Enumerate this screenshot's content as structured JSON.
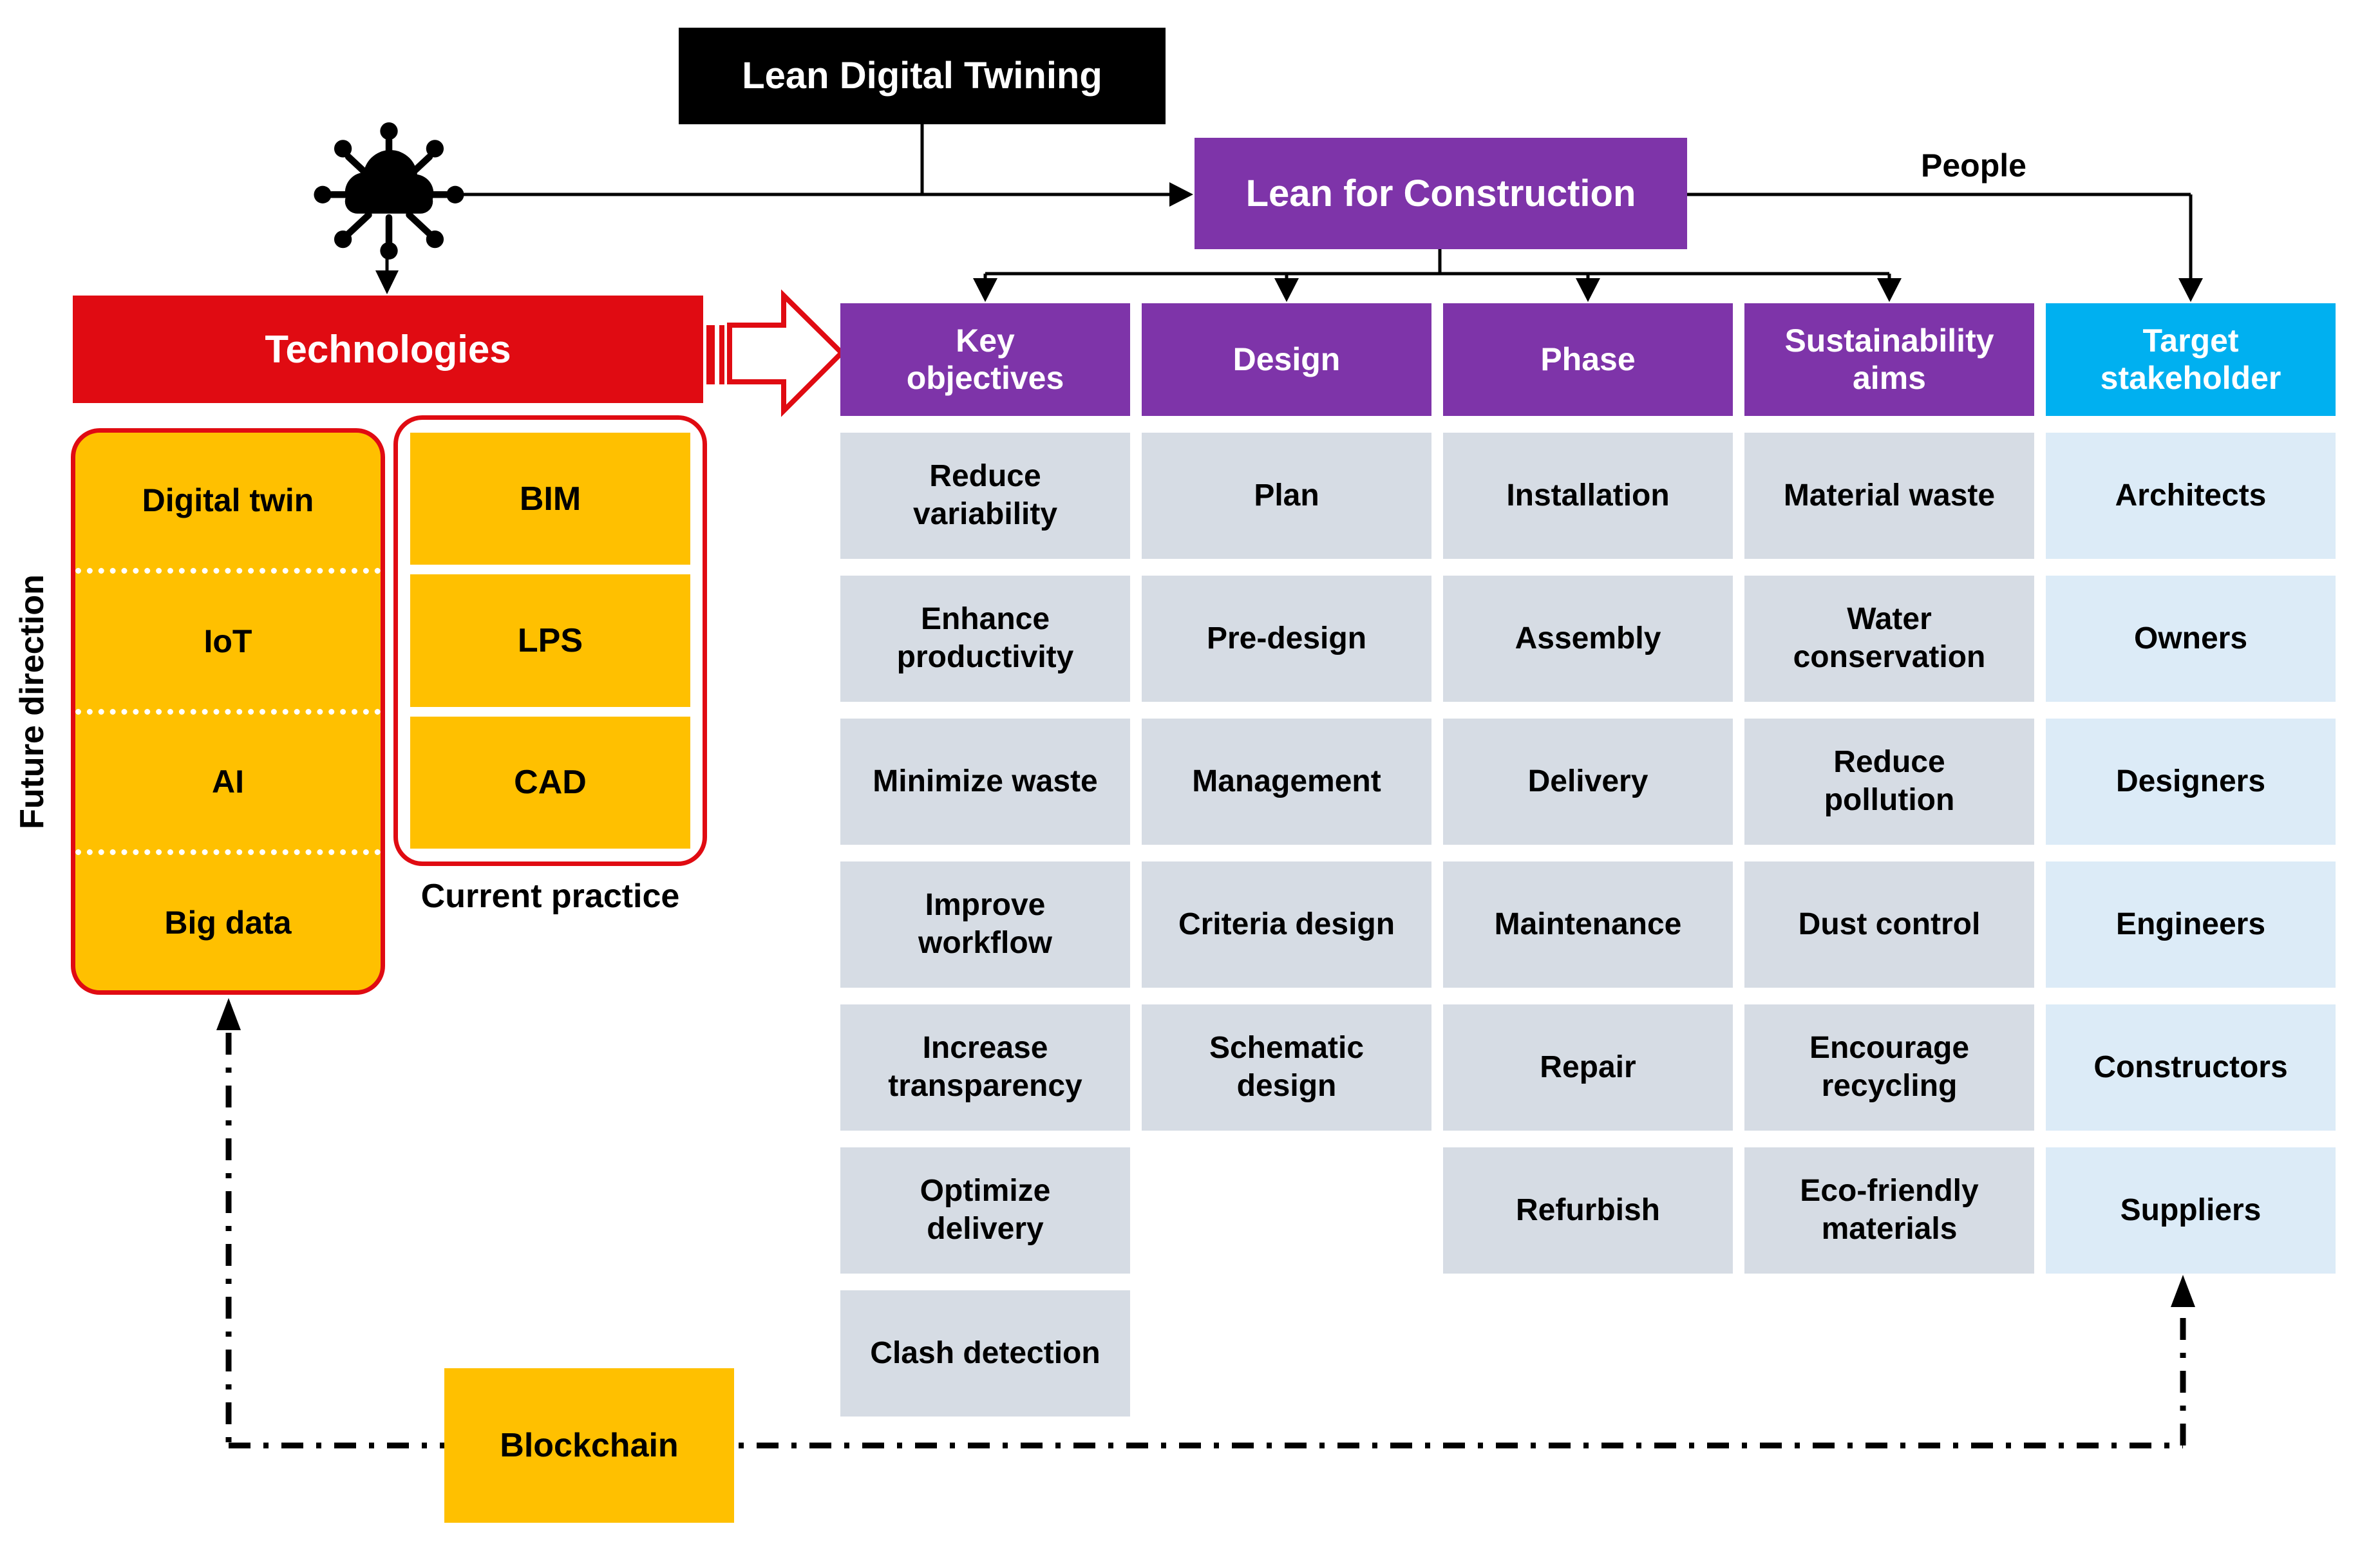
{
  "nodes": {
    "title": "Lean Digital Twining",
    "lean": "Lean for Construction",
    "people_label": "People",
    "technologies": "Technologies",
    "blockchain": "Blockchain"
  },
  "future": {
    "label": "Future direction",
    "items": [
      "Digital twin",
      "IoT",
      "AI",
      "Big data"
    ]
  },
  "current": {
    "label": "Current practice",
    "items": [
      "BIM",
      "LPS",
      "CAD"
    ]
  },
  "columns": [
    {
      "header": "Key objectives",
      "accent": "purple",
      "items": [
        "Reduce variability",
        "Enhance productivity",
        "Minimize waste",
        "Improve workflow",
        "Increase transparency",
        "Optimize delivery",
        "Clash detection"
      ]
    },
    {
      "header": "Design",
      "accent": "purple",
      "items": [
        "Plan",
        "Pre-design",
        "Management",
        "Criteria design",
        "Schematic design"
      ]
    },
    {
      "header": "Phase",
      "accent": "purple",
      "items": [
        "Installation",
        "Assembly",
        "Delivery",
        "Maintenance",
        "Repair",
        "Refurbish"
      ]
    },
    {
      "header": "Sustainability aims",
      "accent": "purple",
      "items": [
        "Material waste",
        "Water conservation",
        "Reduce pollution",
        "Dust control",
        "Encourage recycling",
        "Eco-friendly materials"
      ]
    },
    {
      "header": "Target stakeholder",
      "accent": "cyan",
      "items": [
        "Architects",
        "Owners",
        "Designers",
        "Engineers",
        "Constructors",
        "Suppliers"
      ]
    }
  ],
  "icons": {
    "cloud": "cloud-network-icon"
  },
  "colors": {
    "red": "#e00b12",
    "purple": "#7e34a9",
    "cyan": "#00b0f0",
    "orange": "#ffc000",
    "cell_gray": "#d6dce4",
    "cell_blue": "#dcebf7",
    "line": "#000000"
  }
}
